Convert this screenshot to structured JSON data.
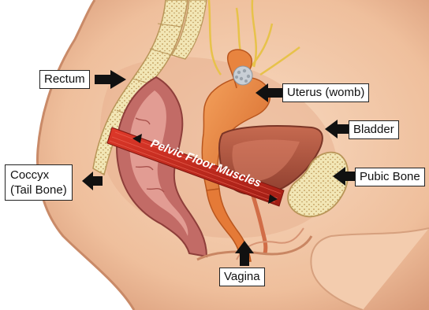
{
  "labels": {
    "rectum": "Rectum",
    "uterus": "Uterus (womb)",
    "bladder": "Bladder",
    "coccyx_line1": "Coccyx",
    "coccyx_line2": "(Tail Bone)",
    "pubic_bone": "Pubic Bone",
    "vagina": "Vagina"
  },
  "band_text": "Pelvic Floor Muscles",
  "colors": {
    "skin": "#f1c6a6",
    "skin_shadow": "#d99b79",
    "bone": "#f2e6b5",
    "bone_dots": "#c9a86a",
    "rectum": "#c26b66",
    "rectum_inner": "#e7a49b",
    "uterus": "#e8843f",
    "bladder": "#b0553f",
    "muscle_band": "#c5281c",
    "arrow": "#111111",
    "label_border": "#222222"
  }
}
